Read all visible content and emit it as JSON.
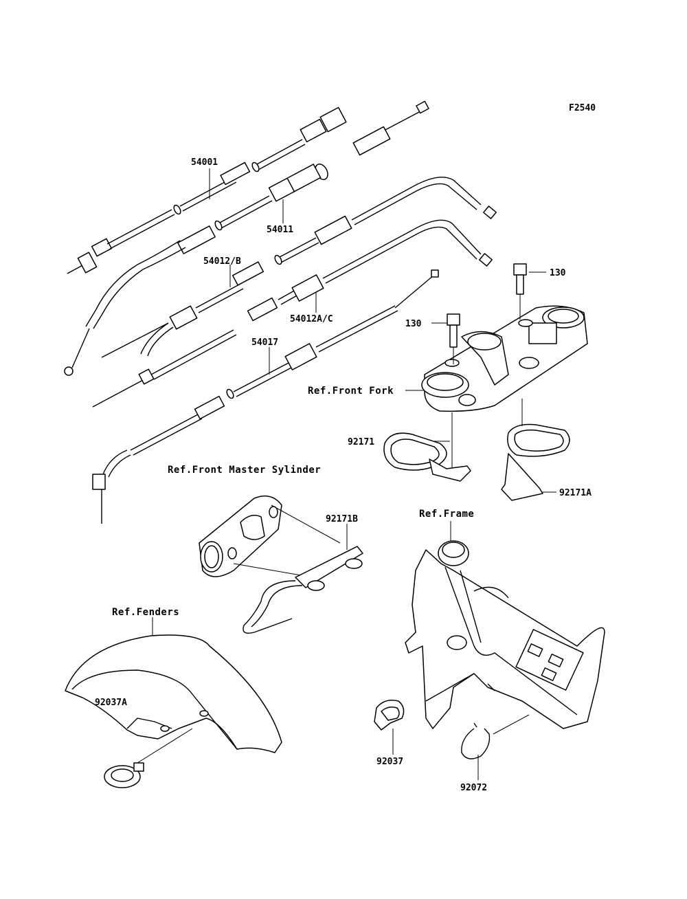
{
  "diagram_code": "F2540",
  "callouts": {
    "p54001": "54001",
    "p54011": "54011",
    "p54012b": "54012/B",
    "p54012ac": "54012A/C",
    "p54017": "54017",
    "p130a": "130",
    "p130b": "130",
    "p92171": "92171",
    "p92171a": "92171A",
    "p92171b": "92171B",
    "p92037": "92037",
    "p92037a": "92037A",
    "p92072": "92072"
  },
  "references": {
    "front_fork": "Ref.Front Fork",
    "front_master": "Ref.Front Master Sylinder",
    "frame": "Ref.Frame",
    "fenders": "Ref.Fenders"
  }
}
